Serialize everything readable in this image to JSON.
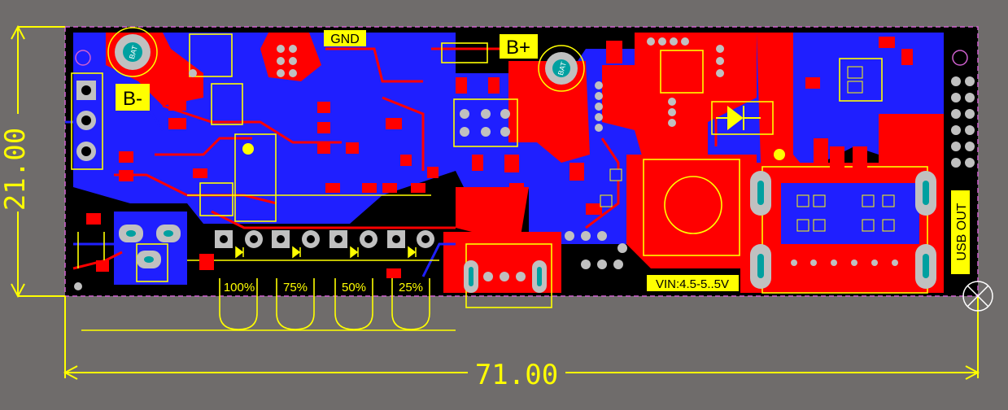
{
  "colors": {
    "background": "#6f6c6b",
    "board": "#000000",
    "top_copper": "#ff0000",
    "bottom_copper": "#1f1fff",
    "silkscreen": "#ffff00",
    "pad": "#c0c0c0",
    "drill_mark": "#ffffff"
  },
  "dimensions": {
    "width_label": "71.00",
    "height_label": "21.00"
  },
  "labels": {
    "gnd": "GND",
    "b_plus": "B+",
    "b_minus": "B-",
    "vin": "VIN:4.5-5..5V",
    "usb_out": "USB OUT",
    "pct_100": "100%",
    "pct_75": "75%",
    "pct_50": "50%",
    "pct_25": "25%",
    "bat": "BAT"
  },
  "icons": [
    "diode-icon",
    "led-icon",
    "target-crosshair-icon",
    "mounting-hole-icon"
  ]
}
